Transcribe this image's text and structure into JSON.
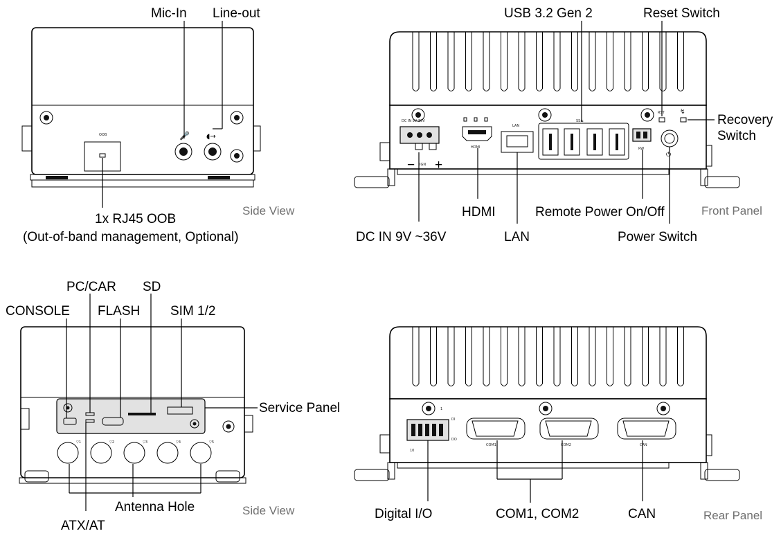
{
  "views": {
    "top_left": {
      "caption": "Side View",
      "labels": {
        "mic_in": "Mic-In",
        "line_out": "Line-out",
        "rj45_oob_1": "1x RJ45 OOB",
        "rj45_oob_2": "(Out-of-band management, Optional)"
      }
    },
    "top_right": {
      "caption": "Front Panel",
      "labels": {
        "usb": "USB 3.2 Gen 2",
        "reset": "Reset Switch",
        "recovery_1": "Recovery",
        "recovery_2": "Switch",
        "hdmi": "HDMI",
        "remote_power": "Remote Power On/Off",
        "dc_in": "DC IN 9V ~36V",
        "lan": "LAN",
        "power_switch": "Power Switch"
      }
    },
    "bottom_left": {
      "caption": "Side View",
      "labels": {
        "pc_car": "PC/CAR",
        "sd": "SD",
        "console": "CONSOLE",
        "flash": "FLASH",
        "sim": "SIM 1/2",
        "service_panel": "Service Panel",
        "antenna_hole": "Antenna Hole",
        "atx_at": "ATX/AT"
      }
    },
    "bottom_right": {
      "caption": "Rear Panel",
      "labels": {
        "digital_io": "Digital I/O",
        "com12": "COM1, COM2",
        "can": "CAN"
      }
    }
  }
}
